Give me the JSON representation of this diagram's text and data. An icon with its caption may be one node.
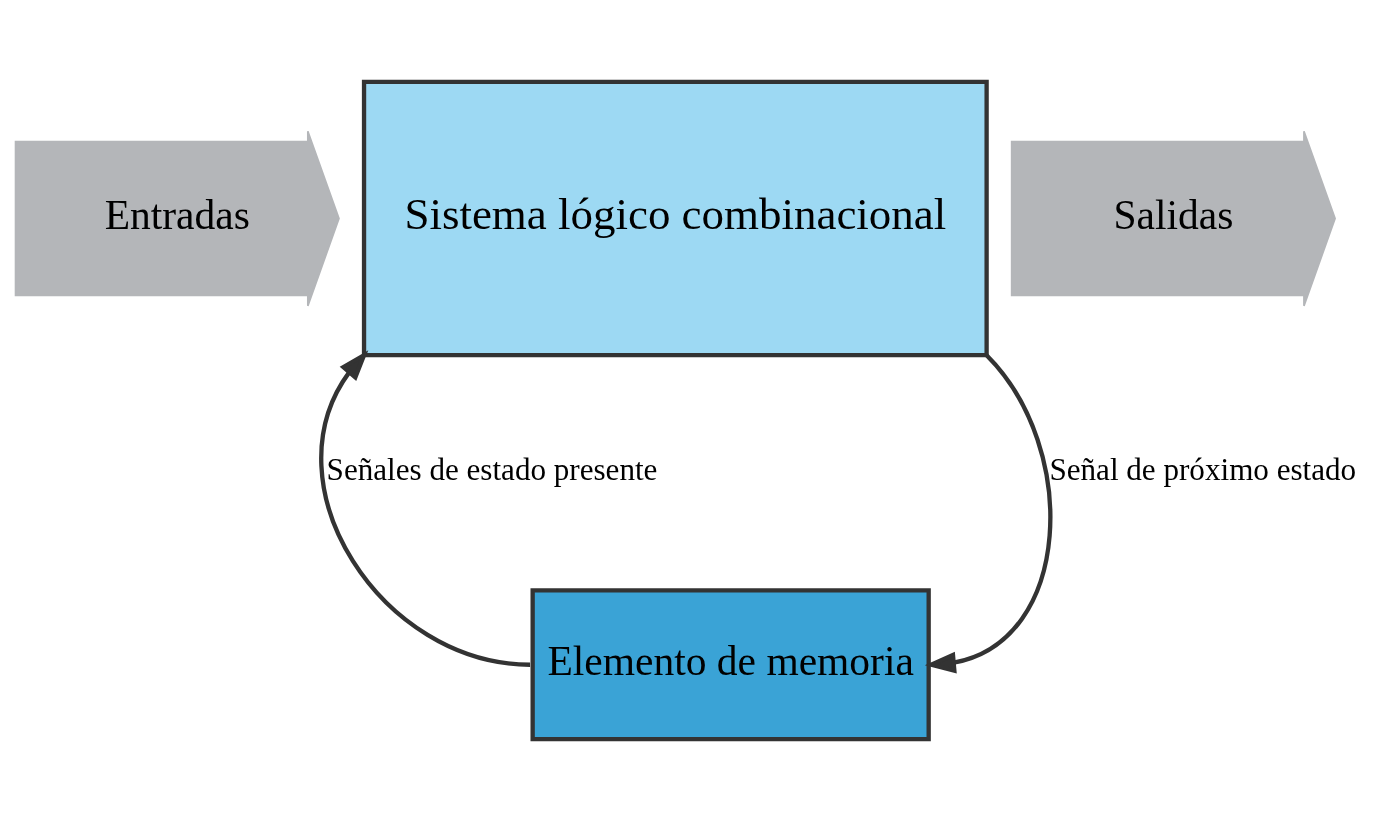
{
  "diagram": {
    "nodes": [
      {
        "text": [
          "Entradas"
        ]
      },
      {
        "text": [
          "Sistema lógico combinacional"
        ]
      },
      {
        "text": [
          "Salidas"
        ]
      },
      {
        "text": [
          "Elemento de memoria"
        ]
      }
    ],
    "edges": [
      {
        "from": 3,
        "to": 1,
        "arrow": "to",
        "label": "Señales de estado presente"
      },
      {
        "from": 1,
        "to": 3,
        "arrow": "to",
        "label": "Señal de próximo estado"
      }
    ]
  }
}
